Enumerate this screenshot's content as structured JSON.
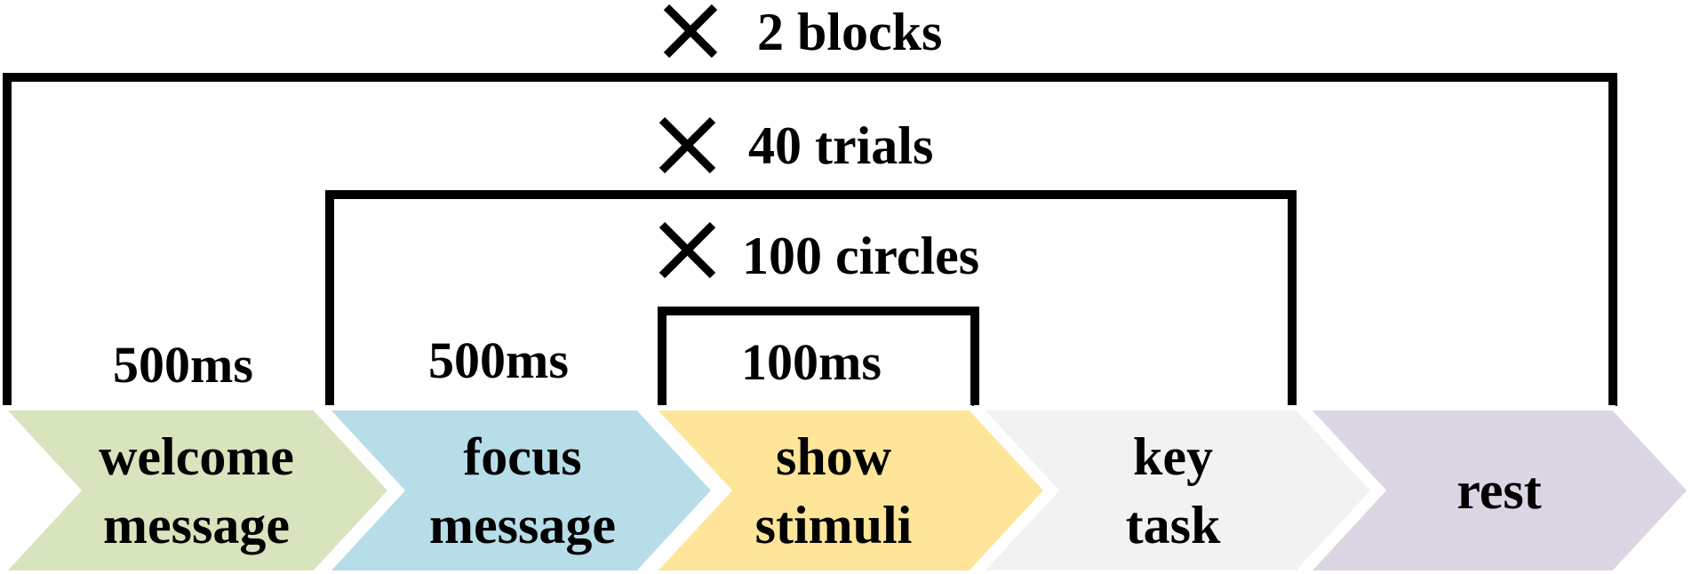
{
  "loops": [
    {
      "multiplier": "2 blocks"
    },
    {
      "multiplier": "40 trials"
    },
    {
      "multiplier": "100 circles"
    }
  ],
  "durations": [
    "500ms",
    "500ms",
    "100ms"
  ],
  "steps": [
    {
      "line1": "welcome",
      "line2": "message",
      "color": "#d7e4bd"
    },
    {
      "line1": "focus",
      "line2": "message",
      "color": "#b7dde8"
    },
    {
      "line1": "show",
      "line2": "stimuli",
      "color": "#fee599"
    },
    {
      "line1": "key",
      "line2": "task",
      "color": "#f2f2f2"
    },
    {
      "line1": "rest",
      "line2": "",
      "color": "#dcd6e4"
    }
  ],
  "icons": {
    "loop_marker": "times-icon"
  }
}
